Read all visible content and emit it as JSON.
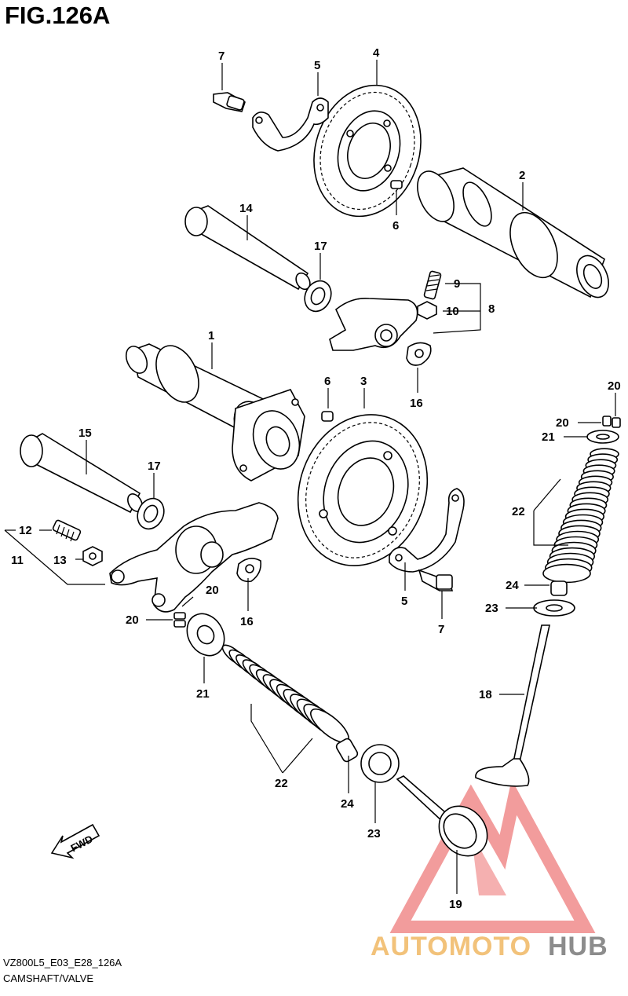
{
  "figure": {
    "title": "FIG.126A",
    "code": "VZ800L5_E03_E28_126A",
    "caption": "CAMSHAFT/VALVE"
  },
  "callouts": {
    "c1": "1",
    "c2": "2",
    "c3": "3",
    "c4": "4",
    "c5_top": "5",
    "c5_bottom": "5",
    "c6_top": "6",
    "c6_mid": "6",
    "c7_top": "7",
    "c7_bottom": "7",
    "c8": "8",
    "c9": "9",
    "c10": "10",
    "c11": "11",
    "c12": "12",
    "c13": "13",
    "c14": "14",
    "c15": "15",
    "c16_right": "16",
    "c16_left": "16",
    "c17_top": "17",
    "c17_left": "17",
    "c18": "18",
    "c19": "19",
    "c20_rtop": "20",
    "c20_rmid": "20",
    "c20_lright": "20",
    "c20_lleft": "20",
    "c21_right": "21",
    "c21_left": "21",
    "c22_right": "22",
    "c22_left": "22",
    "c23_right": "23",
    "c23_left": "23",
    "c24_right": "24",
    "c24_left": "24"
  },
  "direction_arrow": {
    "label": "FWD",
    "icon": "fwd-arrow-icon"
  },
  "watermark": {
    "part_1": "AUTOMOTO",
    "part_2": "HUB",
    "color_1": "#f2c27a",
    "color_2": "#8c8c8c",
    "logo_color": "#ee7b7b"
  }
}
